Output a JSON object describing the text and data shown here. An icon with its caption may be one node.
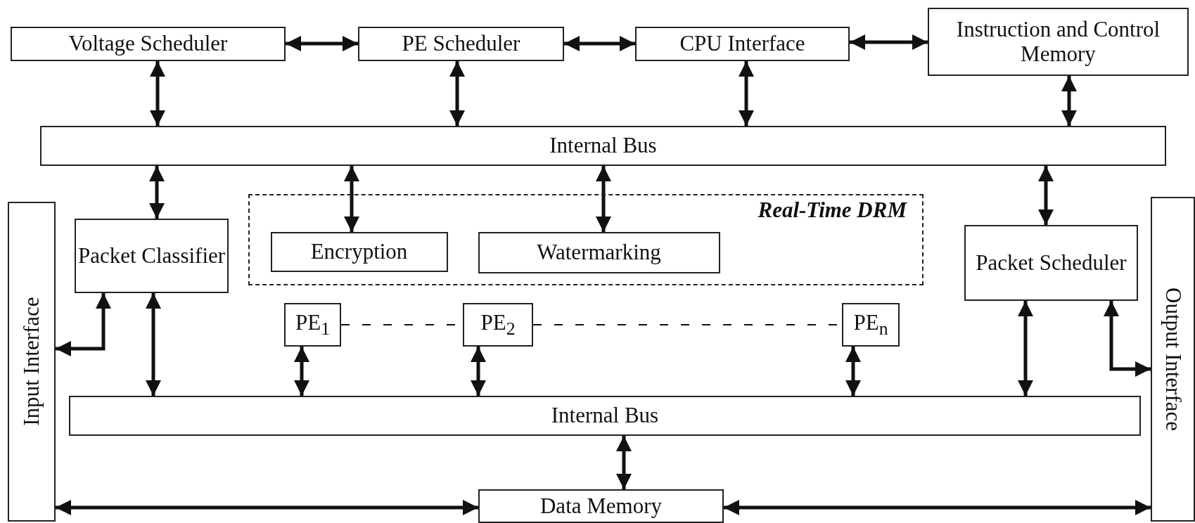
{
  "diagram": {
    "nodes": [
      {
        "text": [
          "Voltage Scheduler"
        ]
      },
      {
        "text": [
          "PE Scheduler"
        ]
      },
      {
        "text": [
          "CPU Interface"
        ]
      },
      {
        "text": [
          "Instruction and Control Memory"
        ]
      },
      {
        "text": [
          "Internal Bus"
        ]
      },
      {
        "text": [
          "Input Interface"
        ]
      },
      {
        "text": [
          "Packet Classifier"
        ]
      },
      {
        "text": [
          "Real-Time DRM"
        ]
      },
      {
        "text": [
          "Encryption"
        ],
        "in": 7
      },
      {
        "text": [
          "Watermarking"
        ],
        "in": 7
      },
      {
        "text": [
          "Packet Scheduler"
        ]
      },
      {
        "text": [
          "Output Interface"
        ]
      },
      {
        "text": [
          "PE$_{1}$"
        ]
      },
      {
        "text": [
          "PE$_{2}$"
        ]
      },
      {
        "text": [
          "PE$_{n}$"
        ]
      },
      {
        "text": [
          "Internal Bus"
        ]
      },
      {
        "text": [
          "Data Memory"
        ]
      }
    ],
    "edges": [
      {
        "from": 0,
        "to": 1,
        "arrow": "both"
      },
      {
        "from": 1,
        "to": 2,
        "arrow": "both"
      },
      {
        "from": 2,
        "to": 3,
        "arrow": "both"
      },
      {
        "from": 0,
        "to": 4,
        "arrow": "both"
      },
      {
        "from": 1,
        "to": 4,
        "arrow": "both"
      },
      {
        "from": 2,
        "to": 4,
        "arrow": "both"
      },
      {
        "from": 3,
        "to": 4,
        "arrow": "both"
      },
      {
        "from": 4,
        "to": 6,
        "arrow": "both"
      },
      {
        "from": 4,
        "to": 8,
        "arrow": "both"
      },
      {
        "from": 4,
        "to": 9,
        "arrow": "both"
      },
      {
        "from": 4,
        "to": 10,
        "arrow": "both"
      },
      {
        "from": 5,
        "to": 6,
        "arrow": "both"
      },
      {
        "from": 6,
        "to": 15,
        "arrow": "both"
      },
      {
        "from": 12,
        "to": 13,
        "arrow": "none",
        "style": "dashed"
      },
      {
        "from": 13,
        "to": 14,
        "arrow": "none",
        "style": "dashed"
      },
      {
        "from": 12,
        "to": 15,
        "arrow": "both"
      },
      {
        "from": 13,
        "to": 15,
        "arrow": "both"
      },
      {
        "from": 14,
        "to": 15,
        "arrow": "both"
      },
      {
        "from": 10,
        "to": 15,
        "arrow": "both"
      },
      {
        "from": 10,
        "to": 11,
        "arrow": "both"
      },
      {
        "from": 15,
        "to": 16,
        "arrow": "both"
      },
      {
        "from": 5,
        "to": 16,
        "arrow": "both"
      },
      {
        "from": 16,
        "to": 11,
        "arrow": "both"
      }
    ]
  }
}
